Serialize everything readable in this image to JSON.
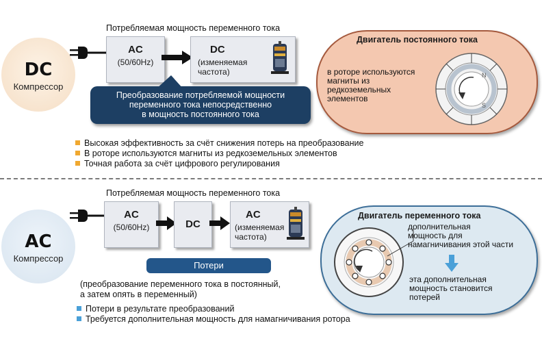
{
  "top": {
    "badge_title": "DC",
    "badge_sub": "Компрессор",
    "caption": "Потребляемая мощность переменного тока",
    "box1_main": "AC",
    "box1_sub": "(50/60Hz)",
    "box2_main": "DC",
    "box2_sub": "(изменяемая\nчастота)",
    "banner": "Преобразование потребляемой мощности\nпеременного тока непосредственно\nв мощность постоянного тока",
    "motor_title": "Двигатель постоянного тока",
    "motor_text": "в роторе используются\nмагниты из\nредкоземельных\nэлементов",
    "rotor_label_n": "N",
    "rotor_label_s": "S",
    "bullets": [
      "Высокая эффективность за счёт снижения потерь на преобразование",
      "В роторе используются магниты из редкоземельных элементов",
      "Точная работа за счёт цифрового регулирования"
    ]
  },
  "bottom": {
    "badge_title": "AC",
    "badge_sub": "Компрессор",
    "caption": "Потребляемая мощность переменного тока",
    "box1_main": "AC",
    "box1_sub": "(50/60Hz)",
    "box2_main": "DC",
    "box3_main": "AC",
    "box3_sub": "(изменяемая\nчастота)",
    "loss_label": "Потери",
    "note": "(преобразование переменного тока в постоянный,\nа затем опять в переменный)",
    "motor_title": "Двигатель переменного тока",
    "motor_text1": "дополнительная\nмощность для\nнамагничивания этой части",
    "motor_text2": "эта дополнительная\nмощность становится\nпотерей",
    "bullets": [
      "Потери в результате преобразований",
      "Требуется дополнительная мощность для намагничивания ротора"
    ]
  },
  "colors": {
    "dark_blue": "#1d3f63",
    "loss_blue": "#23568a",
    "peach_fill": "#f4c8b0",
    "peach_border": "#a55a3e",
    "ice_fill": "#dde9f1",
    "ice_border": "#3c6e98",
    "bullet_orange": "#f0a830",
    "bullet_blue": "#4aa0d8"
  }
}
